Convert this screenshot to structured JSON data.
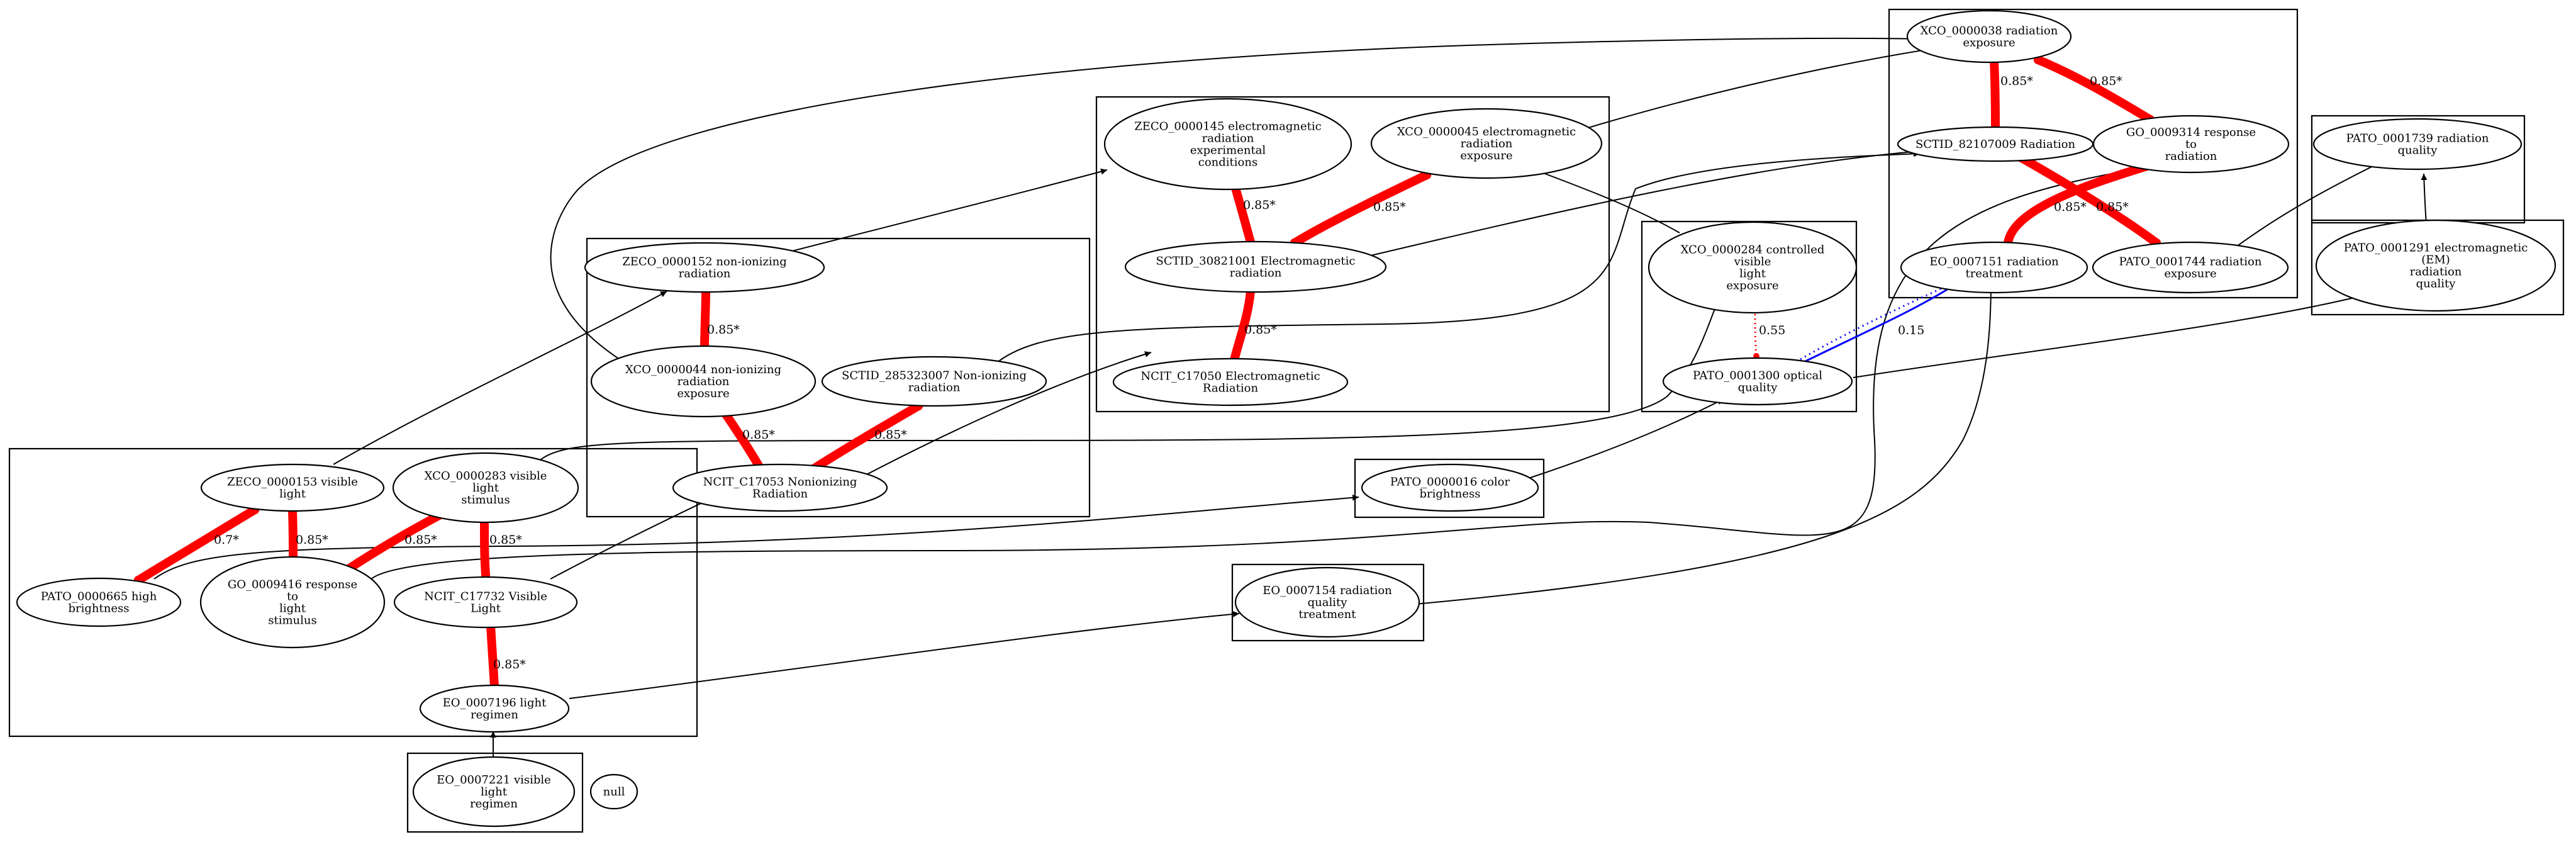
{
  "nodes": {
    "xco38": [
      "XCO_0000038 radiation",
      "exposure"
    ],
    "sctid82107009": [
      "SCTID_82107009 Radiation"
    ],
    "go9314": [
      "GO_0009314 response",
      "to",
      "radiation"
    ],
    "eo7151": [
      "EO_0007151 radiation",
      "treatment"
    ],
    "pato1744": [
      "PATO_0001744 radiation",
      "exposure"
    ],
    "pato1739": [
      "PATO_0001739 radiation",
      "quality"
    ],
    "pato1291": [
      "PATO_0001291 electromagnetic",
      "(EM)",
      "radiation",
      "quality"
    ],
    "zeco145": [
      "ZECO_0000145 electromagnetic",
      "radiation",
      "experimental",
      "conditions"
    ],
    "xco45": [
      "XCO_0000045 electromagnetic",
      "radiation",
      "exposure"
    ],
    "sctid30821001": [
      "SCTID_30821001 Electromagnetic",
      "radiation"
    ],
    "ncit17050": [
      "NCIT_C17050 Electromagnetic",
      "Radiation"
    ],
    "xco284": [
      "XCO_0000284 controlled",
      "visible",
      "light",
      "exposure"
    ],
    "pato1300": [
      "PATO_0001300 optical",
      "quality"
    ],
    "zeco152": [
      "ZECO_0000152 non-ionizing",
      "radiation"
    ],
    "xco44": [
      "XCO_0000044 non-ionizing",
      "radiation",
      "exposure"
    ],
    "sctid285323007": [
      "SCTID_285323007 Non-ionizing",
      "radiation"
    ],
    "ncit17053": [
      "NCIT_C17053 Nonionizing",
      "Radiation"
    ],
    "pato16": [
      "PATO_0000016 color",
      "brightness"
    ],
    "eo7154": [
      "EO_0007154 radiation",
      "quality",
      "treatment"
    ],
    "zeco153": [
      "ZECO_0000153 visible",
      "light"
    ],
    "xco283": [
      "XCO_0000283 visible",
      "light",
      "stimulus"
    ],
    "pato665": [
      "PATO_0000665 high",
      "brightness"
    ],
    "go9416": [
      "GO_0009416 response",
      "to",
      "light",
      "stimulus"
    ],
    "ncit17732": [
      "NCIT_C17732 Visible",
      "Light"
    ],
    "eo7196": [
      "EO_0007196 light",
      "regimen"
    ],
    "eo7221": [
      "EO_0007221 visible",
      "light",
      "regimen"
    ],
    "null": [
      "null"
    ]
  },
  "edge_labels": {
    "xco38_sctid": "0.85*",
    "xco38_go9314": "0.85*",
    "sctid_pato1744": "0.85*",
    "go9314_eo7151": "0.85*",
    "zeco145_sctid30821001": "0.85*",
    "xco45_sctid30821001": "0.85*",
    "sctid30821001_ncit17050": "0.85*",
    "xco284_pato1300": "0.55",
    "pato1300_eo7151": "0.15",
    "zeco152_xco44": "0.85*",
    "xco44_ncit17053": "0.85*",
    "sctid285323007_ncit17053": "0.85*",
    "zeco153_pato665": "0.7*",
    "zeco153_go9416": "0.85*",
    "xco283_go9416": "0.85*",
    "xco283_ncit17732": "0.85*",
    "ncit17732_eo7196": "0.85*"
  },
  "colors": {
    "strong_match": "#ff0000",
    "weak_match": "#0000ff",
    "default": "#000000"
  }
}
